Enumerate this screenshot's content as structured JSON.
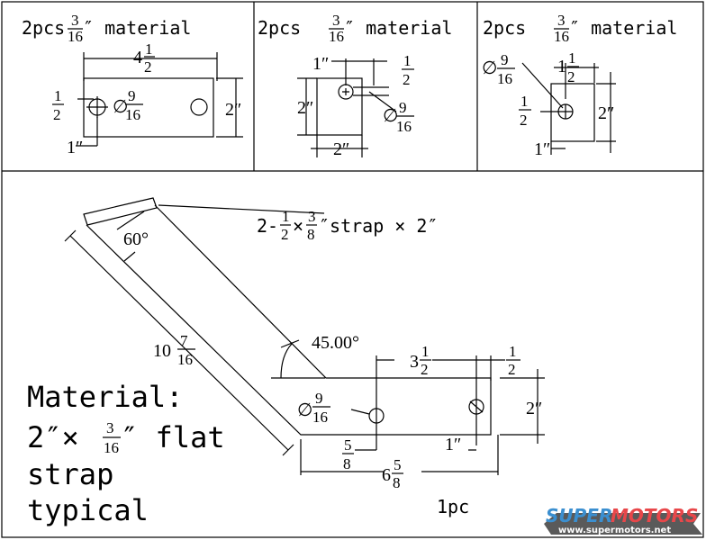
{
  "panels": [
    {
      "qty": "2pcs",
      "thk_num": "3",
      "thk_den": "16",
      "material": "″ material",
      "width_whole": "4",
      "width_num": "1",
      "width_den": "2",
      "edge_num": "1",
      "edge_den": "2",
      "height": "2″",
      "bottom": "1″",
      "hole_num": "9",
      "hole_den": "16"
    },
    {
      "qty": "2pcs",
      "thk_num": "3",
      "thk_den": "16",
      "material": "″ material",
      "top": "1″",
      "edge_num": "1",
      "edge_den": "2",
      "height_left": "2″",
      "width": "2″",
      "hole_num": "9",
      "hole_den": "16"
    },
    {
      "qty": "2pcs",
      "thk_num": "3",
      "thk_den": "16",
      "material": "″ material",
      "top_whole": "1",
      "top_num": "1",
      "top_den": "2",
      "edge_num": "1",
      "edge_den": "2",
      "height": "2″",
      "bottom": "1″",
      "hole_num": "9",
      "hole_den": "16"
    }
  ],
  "main": {
    "strap_label": {
      "prefix": "2-",
      "a_num": "1",
      "a_den": "2",
      "b_num": "3",
      "b_den": "8",
      "suffix": "″strap × 2″"
    },
    "angle_60": "60°",
    "angle_45": "45.00°",
    "length_whole": "10",
    "length_num": "7",
    "length_den": "16",
    "spacing_whole": "3",
    "spacing_num": "1",
    "spacing_den": "2",
    "end_num": "1",
    "end_den": "2",
    "height": "2″",
    "hole_num": "9",
    "hole_den": "16",
    "offset_num": "5",
    "offset_den": "8",
    "bottom": "1″",
    "total_whole": "6",
    "total_num": "5",
    "total_den": "8",
    "qty": "1pc",
    "material_lines": [
      "Material:",
      "2″×",
      "″ flat",
      "strap",
      "typical"
    ],
    "mat_num": "3",
    "mat_den": "16"
  },
  "logo": {
    "brand_a": "SUPER",
    "brand_b": "MOTORS",
    "url": "www.supermotors.net",
    "color_a": "#3b8fd0",
    "color_b": "#e8474a"
  }
}
